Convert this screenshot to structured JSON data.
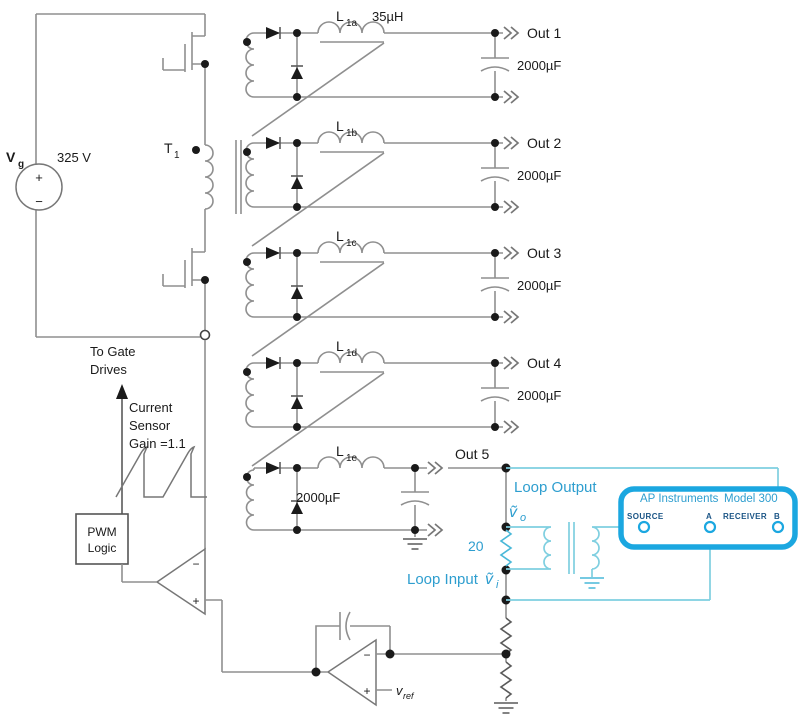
{
  "source": {
    "v": "V",
    "sub": "g",
    "voltage": "325 V",
    "plus": "+",
    "minus": "−"
  },
  "transformer": {
    "t": "T",
    "sub": "1"
  },
  "gate": {
    "l1": "To Gate",
    "l2": "Drives"
  },
  "sensor": {
    "l1": "Current",
    "l2": "Sensor",
    "l3": "Gain =1.1"
  },
  "pwm": {
    "l1": "PWM",
    "l2": "Logic"
  },
  "comparator": {
    "minus": "−",
    "plus": "+"
  },
  "erramp": {
    "minus": "−",
    "plus": "+"
  },
  "vref": {
    "base": "v",
    "sub": "ref"
  },
  "stages": [
    {
      "l": "L",
      "sub": "1a",
      "extra": "35µH",
      "out": "Out 1",
      "cap": "2000µF"
    },
    {
      "l": "L",
      "sub": "1b",
      "out": "Out 2",
      "cap": "2000µF"
    },
    {
      "l": "L",
      "sub": "1c",
      "out": "Out 3",
      "cap": "2000µF"
    },
    {
      "l": "L",
      "sub": "1d",
      "out": "Out 4",
      "cap": "2000µF"
    },
    {
      "l": "L",
      "sub": "1e",
      "out": "Out 5",
      "cap": "2000µF"
    }
  ],
  "loop": {
    "output": "Loop Output",
    "vo": "ṽ",
    "vo_sub": "o",
    "r": "20",
    "input": "Loop Input",
    "vi": "ṽ",
    "vi_sub": "i"
  },
  "analyzer": {
    "brand": "AP Instruments",
    "model": "Model 300",
    "source": "SOURCE",
    "a": "A",
    "receiver": "RECEIVER",
    "b": "B"
  },
  "colors": {
    "wire": "#8f8f8f",
    "wire_cyan": "#7fcfe0",
    "accent_cyan": "#1ba7e0",
    "text_blue": "#2e9ecf",
    "terminal_text": "#1b5586",
    "ink": "#1a1a1a"
  }
}
